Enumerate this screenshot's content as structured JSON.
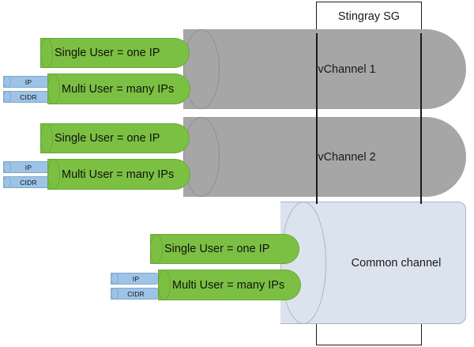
{
  "boundary": {
    "title": "Stingray SG"
  },
  "channels": [
    {
      "name": "vChannel 1",
      "kind": "gray"
    },
    {
      "name": "vChannel 2",
      "kind": "gray"
    },
    {
      "name": "Common channel",
      "kind": "blue"
    }
  ],
  "groups": [
    {
      "channel": "vChannel 1",
      "single_user": "Single User = one IP",
      "multi_user": "Multi User = many IPs",
      "address_tags": [
        "IP",
        "CIDR"
      ]
    },
    {
      "channel": "vChannel 2",
      "single_user": "Single User = one IP",
      "multi_user": "Multi User = many IPs",
      "address_tags": [
        "IP",
        "CIDR"
      ]
    },
    {
      "channel": "Common channel",
      "single_user": "Single User = one IP",
      "multi_user": "Multi User = many IPs",
      "address_tags": [
        "IP",
        "CIDR"
      ]
    }
  ],
  "colors": {
    "channel_gray": "#a6a6a6",
    "channel_blue": "#dbe3ee",
    "user_green": "#7cc043",
    "address_blue": "#9dc3e6",
    "boundary_stroke": "#1a1a1a"
  }
}
